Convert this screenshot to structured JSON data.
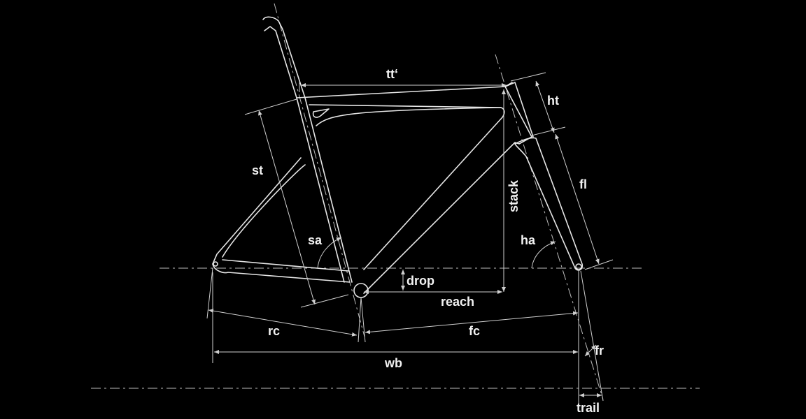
{
  "labels": {
    "tt": "tt‘",
    "ht": "ht",
    "st": "st",
    "stack": "stack",
    "fl": "fl",
    "sa": "sa",
    "ha": "ha",
    "drop": "drop",
    "reach": "reach",
    "rc": "rc",
    "fc": "fc",
    "fr": "fr",
    "wb": "wb",
    "trail": "trail"
  },
  "colors": {
    "background": "#000000",
    "lines": "#e6e6e6"
  }
}
